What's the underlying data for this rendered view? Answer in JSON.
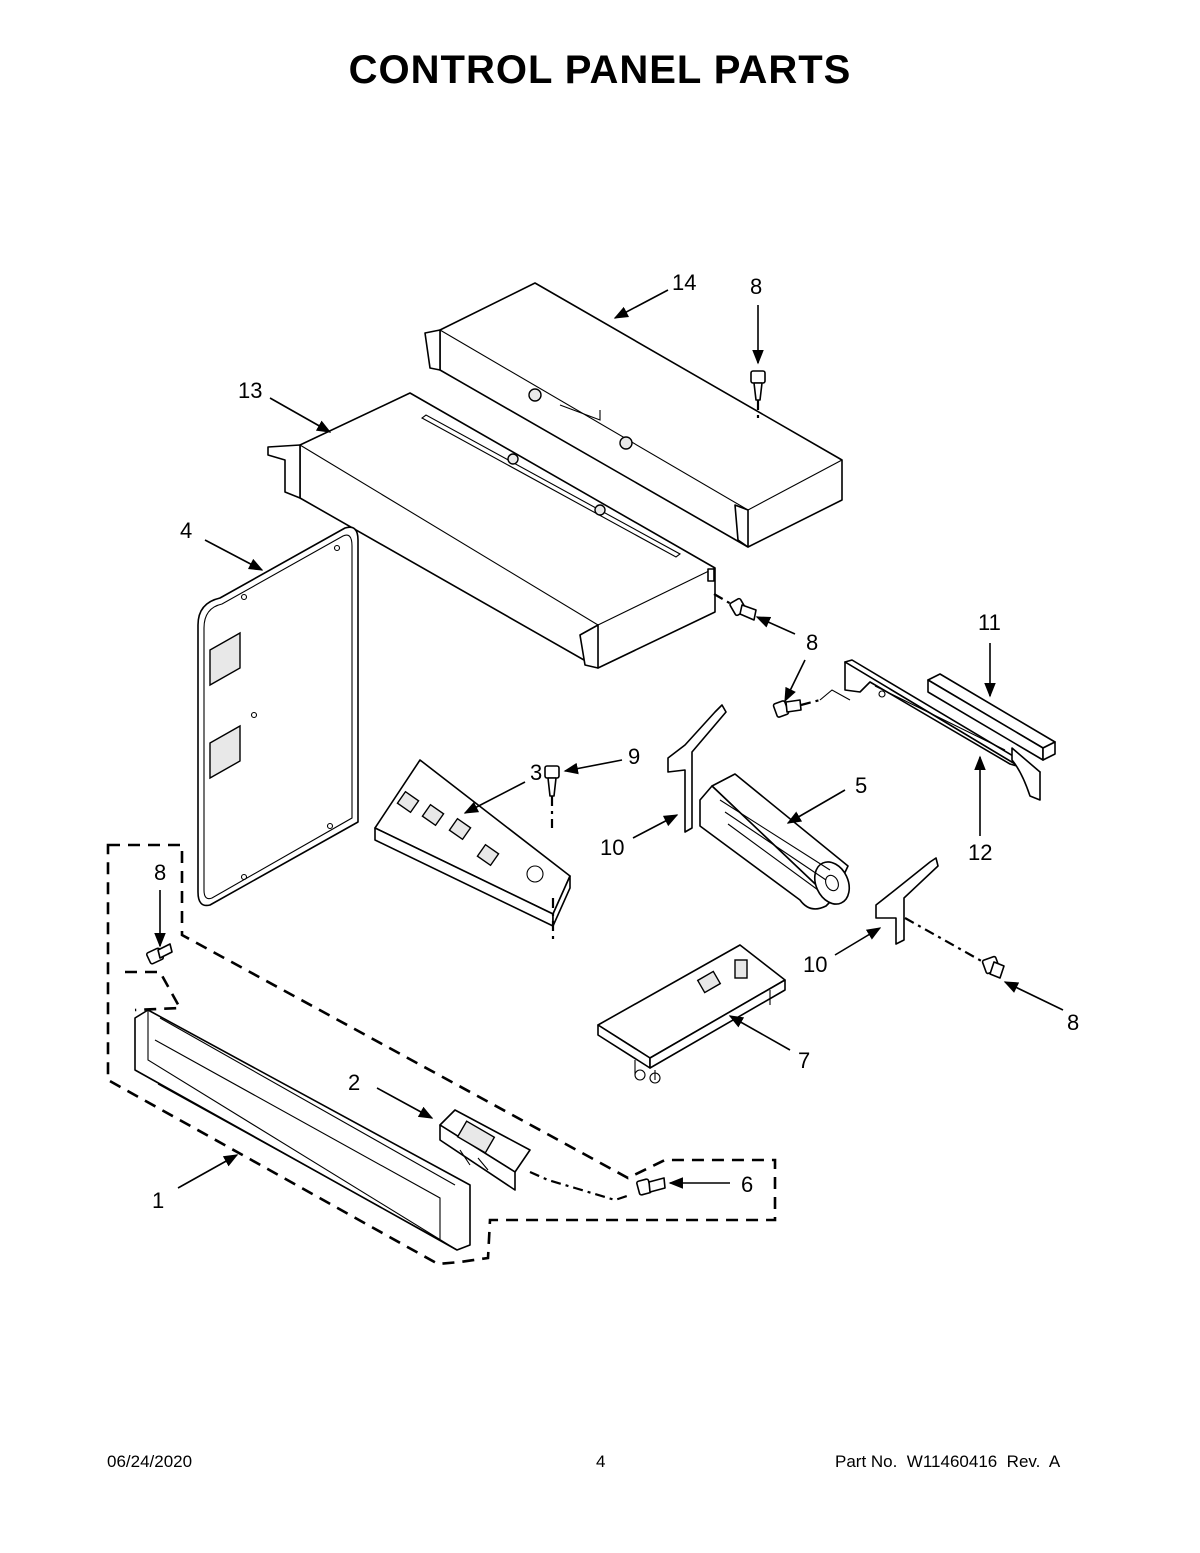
{
  "title": "CONTROL PANEL PARTS",
  "callouts": {
    "c14": "14",
    "c8a": "8",
    "c13": "13",
    "c4": "4",
    "c8b": "8",
    "c11": "11",
    "c8c": "8",
    "c3": "3",
    "c9": "9",
    "c5": "5",
    "c10a": "10",
    "c12": "12",
    "c8d": "8",
    "c10b": "10",
    "c8e": "8",
    "c7": "7",
    "c2": "2",
    "c6": "6",
    "c1": "1"
  },
  "footer": {
    "date": "06/24/2020",
    "page": "4",
    "part": "Part No.  W11460416  Rev.  A"
  }
}
